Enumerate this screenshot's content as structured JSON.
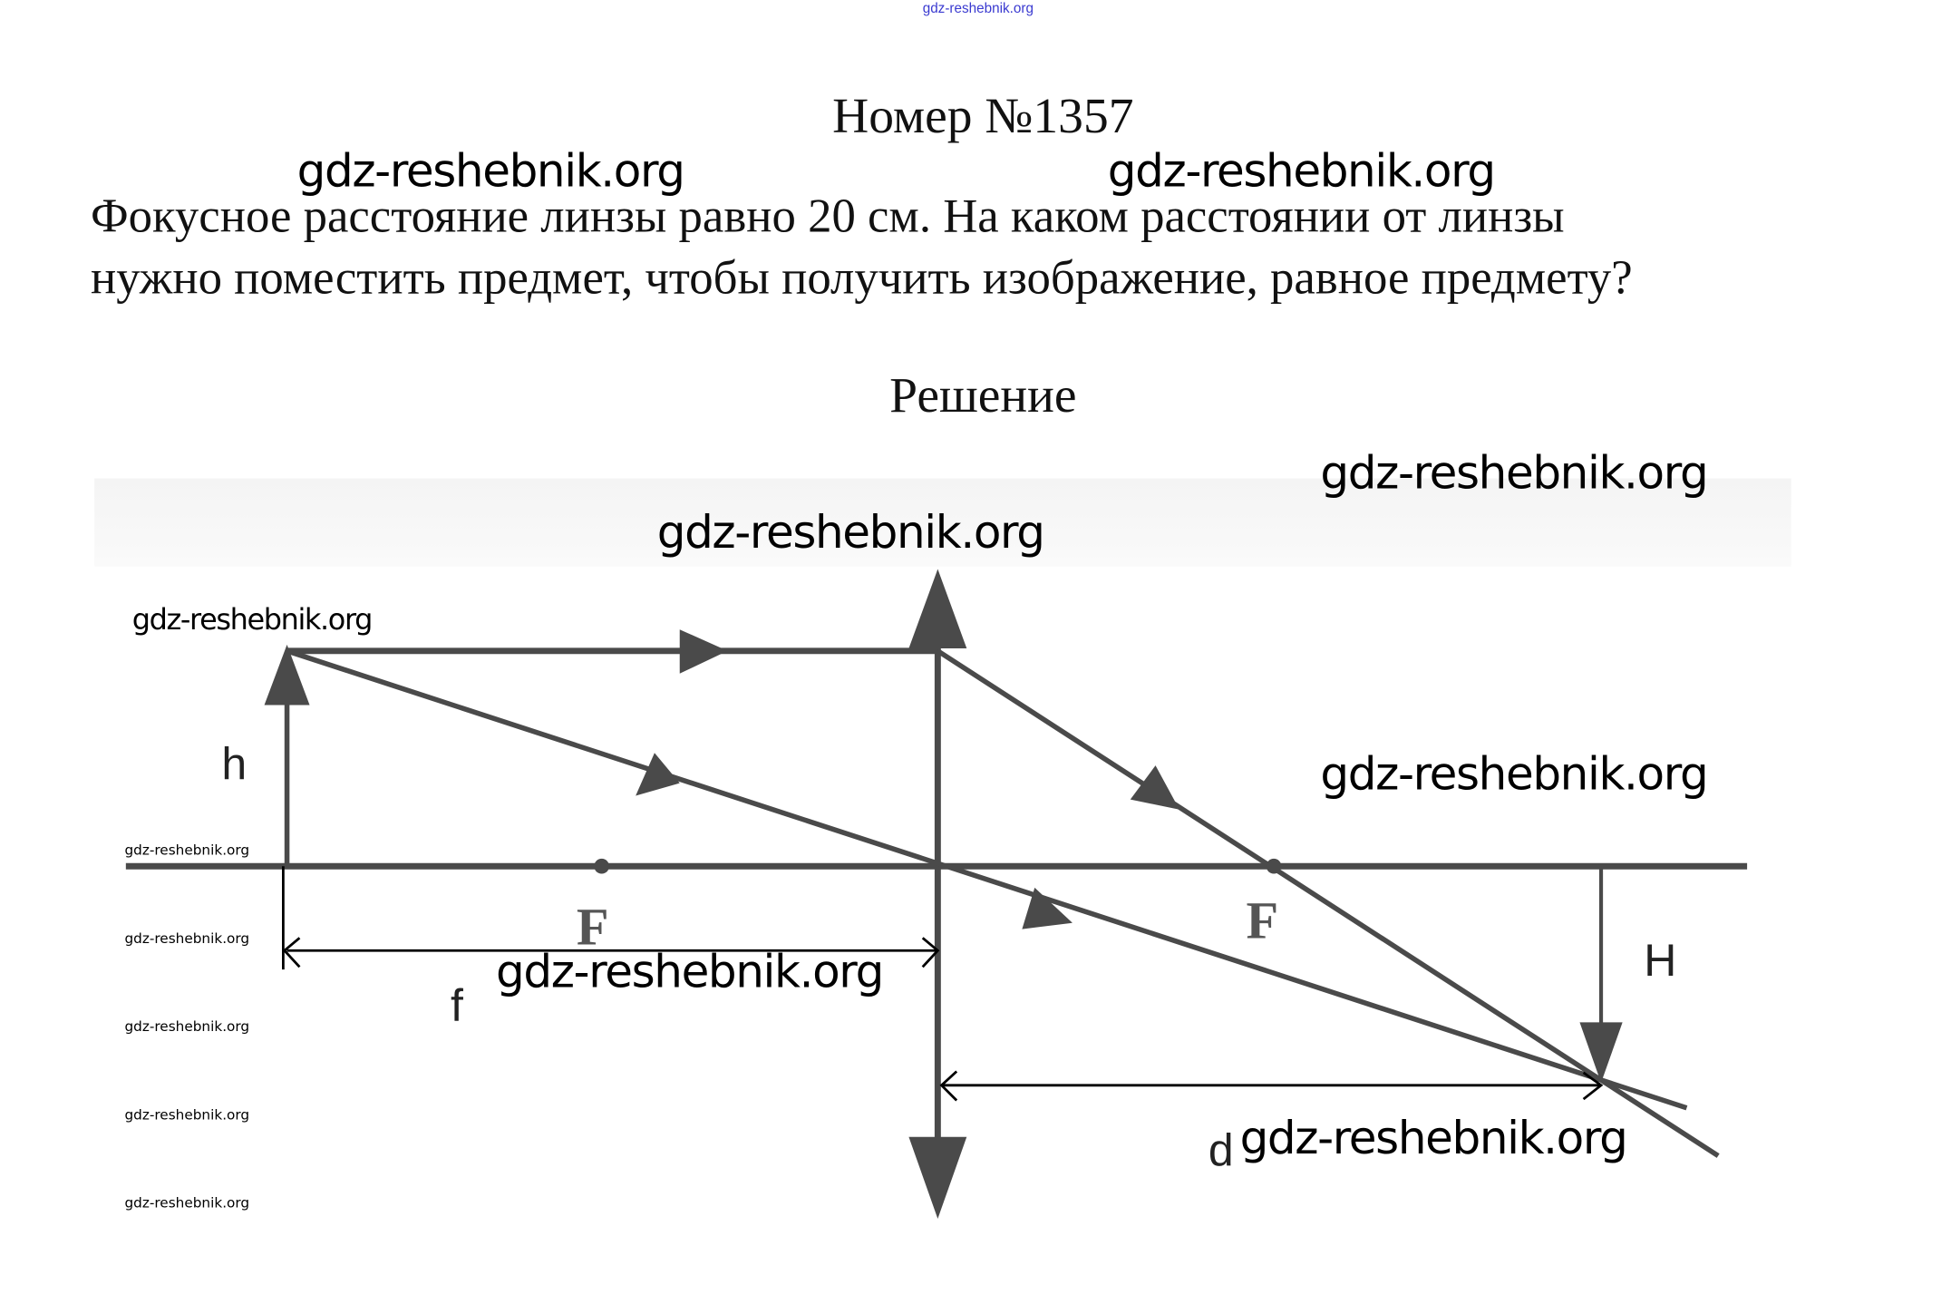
{
  "header_watermark": "gdz-reshebnik.org",
  "title": "Номер №1357",
  "problem": {
    "line1": "Фокусное расстояние линзы равно 20 см. На каком расстоянии от линзы",
    "line2": "нужно поместить предмет, чтобы получить изображение, равное предмету?"
  },
  "solution_heading": "Решение",
  "watermark": "gdz-reshebnik.org",
  "diagram": {
    "focus_left": "F",
    "focus_right": "F",
    "object_height": "h",
    "image_height": "H",
    "object_distance": "f",
    "image_distance": "d"
  },
  "colors": {
    "lines": "#4a4a4a",
    "header_watermark": "#3a3ad0"
  }
}
